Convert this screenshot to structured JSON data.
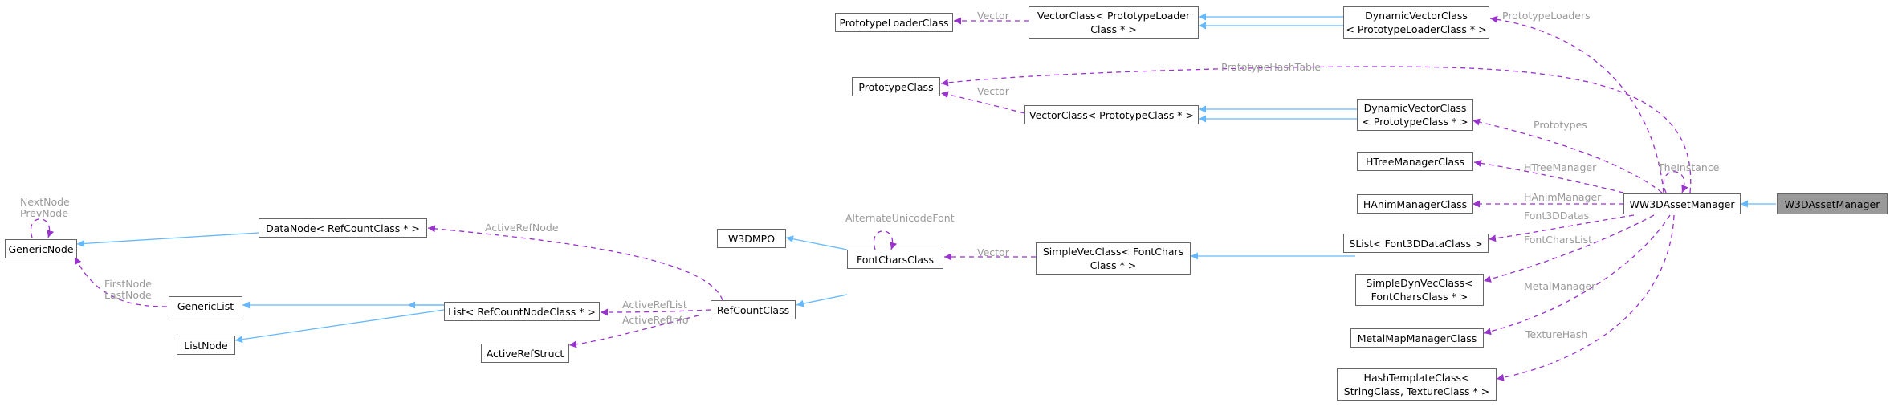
{
  "colors": {
    "inheritance_edge": "#63b8ff",
    "usage_edge": "#9a32cd",
    "edge_label": "#9a9a9a",
    "node_border": "#666666",
    "focus_fill": "#999999"
  },
  "nodes": {
    "w3d_asset_manager": "W3DAssetManager",
    "ww3d_asset_manager": "WW3DAssetManager",
    "prototype_loader_class": "PrototypeLoaderClass",
    "vector_prototype_loader_l1": "VectorClass< PrototypeLoader",
    "vector_prototype_loader_l2": "Class * >",
    "dynvec_prototype_loader_l1": "DynamicVectorClass",
    "dynvec_prototype_loader_l2": "< PrototypeLoaderClass * >",
    "prototype_class": "PrototypeClass",
    "vector_prototype_class": "VectorClass< PrototypeClass * >",
    "dynvec_prototype_class_l1": "DynamicVectorClass",
    "dynvec_prototype_class_l2": "< PrototypeClass * >",
    "htree_manager_class": "HTreeManagerClass",
    "hanim_manager_class": "HAnimManagerClass",
    "slist_font3d": "SList< Font3DDataClass >",
    "simple_dynvec_l1": "SimpleDynVecClass<",
    "simple_dynvec_l2": "FontCharsClass * >",
    "metal_map_manager": "MetalMapManagerClass",
    "hash_template_l1": "HashTemplateClass<",
    "hash_template_l2": "StringClass, TextureClass * >",
    "simple_vec_l1": "SimpleVecClass< FontChars",
    "simple_vec_l2": "Class * >",
    "font_chars_class": "FontCharsClass",
    "w3dmpo": "W3DMPO",
    "ref_count_class": "RefCountClass",
    "data_node": "DataNode< RefCountClass * >",
    "list_ref_count_node": "List< RefCountNodeClass * >",
    "active_ref_struct": "ActiveRefStruct",
    "generic_node": "GenericNode",
    "generic_list": "GenericList",
    "list_node": "ListNode"
  },
  "edge_labels": {
    "prototype_loaders": "PrototypeLoaders",
    "vector_1": "Vector",
    "prototype_hash_table": "PrototypeHashTable",
    "vector_2": "Vector",
    "prototypes": "Prototypes",
    "the_instance": "TheInstance",
    "htree_manager": "HTreeManager",
    "hanim_manager": "HAnimManager",
    "font3d_datas": "Font3DDatas",
    "font_chars_list": "FontCharsList",
    "metal_manager": "MetalManager",
    "texture_hash": "TextureHash",
    "vector_3": "Vector",
    "alternate_unicode_font": "AlternateUnicodeFont",
    "active_ref_node": "ActiveRefNode",
    "active_ref_list": "ActiveRefList",
    "active_ref_info": "ActiveRefInfo",
    "next_node": "NextNode",
    "prev_node": "PrevNode",
    "first_node": "FirstNode",
    "last_node": "LastNode"
  }
}
